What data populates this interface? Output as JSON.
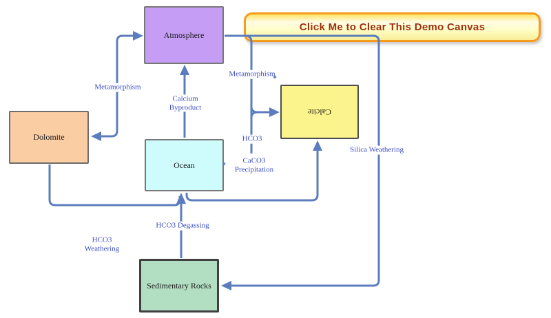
{
  "toolbar": {
    "clear_button_label": "Click Me to Clear This Demo Canvas"
  },
  "diagram": {
    "nodes": [
      {
        "id": "atmosphere",
        "label": "Atmosphere",
        "fill": "#c59df4"
      },
      {
        "id": "dolomite",
        "label": "Dolomite",
        "fill": "#fbcda3"
      },
      {
        "id": "ocean",
        "label": "Ocean",
        "fill": "#cefbfb"
      },
      {
        "id": "calcite",
        "label": "Calcite",
        "fill": "#fbf38b"
      },
      {
        "id": "sedimentary_rocks",
        "label": "Sedimentary Rocks",
        "fill": "#b2dfc2"
      }
    ],
    "edge_labels": {
      "metamorphism_left": "Metamorphism",
      "calcium_byproduct": "Calcium\nByproduct",
      "metamorphism_right": "Metamorphism",
      "hco3": "HCO3",
      "caco3_precipitation": "CaCO3\nPrecipitation",
      "silica_weathering": "Silica Weathering",
      "hco3_degassing": "HCO3 Degassing",
      "hco3_weathering": "HCO3\nWeathering"
    },
    "markers": {
      "glyph": "✱"
    }
  },
  "colors": {
    "connector": "#5b7dbe",
    "edge_label_text": "#3d4ec0",
    "button_border": "#f59b1e",
    "button_text": "#9c3110",
    "node_border_gray": "#787878",
    "node_border_dark": "#404040"
  }
}
